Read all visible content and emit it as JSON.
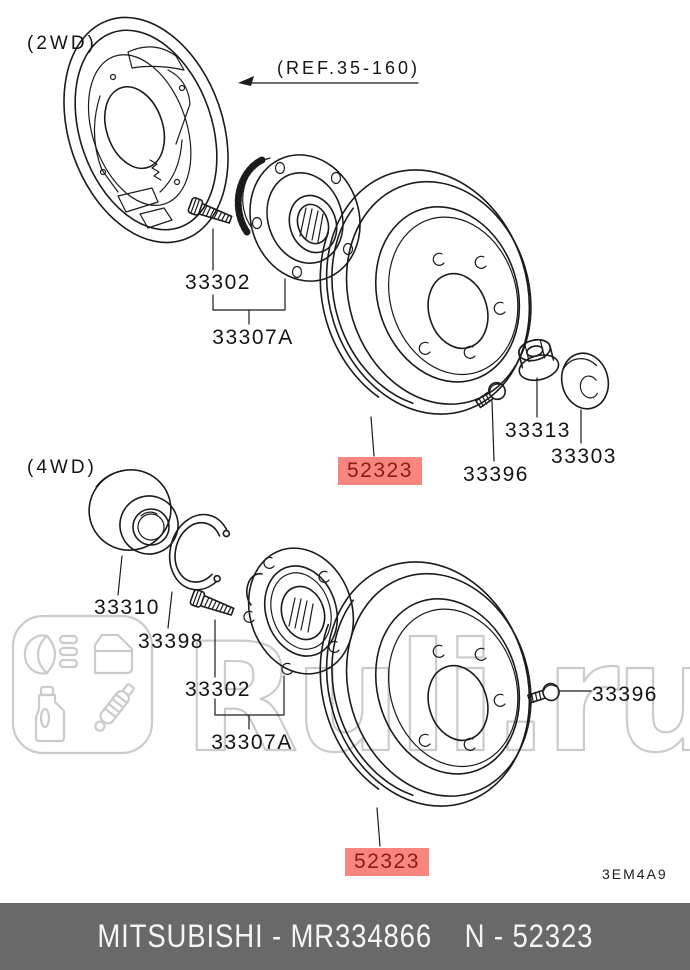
{
  "watermark": {
    "text": "Ruli.ru"
  },
  "sections": {
    "twd": {
      "variant": "(2WD)",
      "ref": "(REF.35-160)",
      "labels": {
        "hub_bolt": "33302",
        "hub_assembly": "33307A",
        "brake_drum": "52323",
        "screw": "33396",
        "hub_nut": "33313",
        "grease_cap": "33303"
      }
    },
    "fwd": {
      "variant": "(4WD)",
      "labels": {
        "bearing": "33310",
        "snap_ring": "33398",
        "hub_bolt": "33302",
        "hub_assembly": "33307A",
        "brake_drum": "52323",
        "screw": "33396"
      }
    }
  },
  "diagram_code": "3EM4A9",
  "footer": {
    "brand_part": "MITSUBISHI - MR334866",
    "number": "N - 52323"
  },
  "colors": {
    "highlight_bg": "#f9867e",
    "highlight_fg": "#8c1b12",
    "footer_bg": "#696969",
    "footer_fg": "#f5f5f5",
    "line": "#1b1b1b",
    "watermark": "#cbcbcb"
  }
}
